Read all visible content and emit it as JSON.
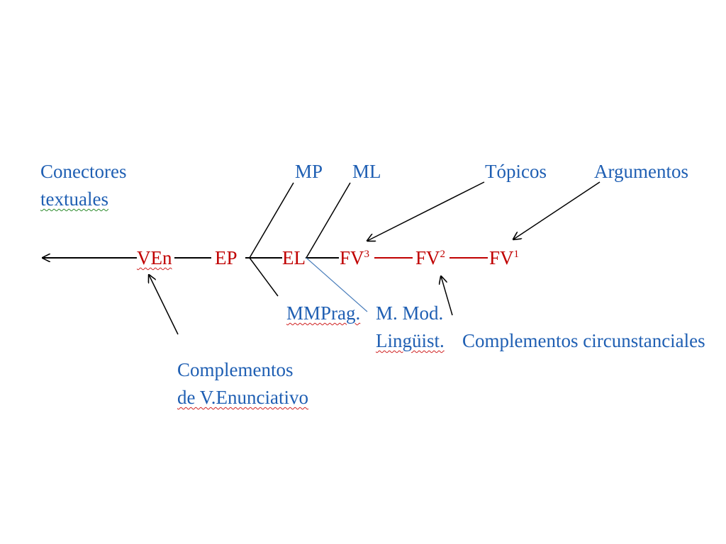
{
  "chain": {
    "ven": "VEn",
    "ep": "EP",
    "el": "EL",
    "fv3": "FV",
    "fv3_sup": "3",
    "fv2": "FV",
    "fv2_sup": "2",
    "fv1": "FV",
    "fv1_sup": "1"
  },
  "top_labels": {
    "conectores_line1": "Conectores",
    "conectores_line2": "textuales",
    "mp": "MP",
    "ml": "ML",
    "topicos": "Tópicos",
    "argumentos": "Argumentos"
  },
  "bottom_labels": {
    "mmprag": "MMPrag.",
    "mmod_line1": "M. Mod.",
    "mmod_line2": "Lingüist.",
    "circunstanciales": "Complementos circunstanciales",
    "complementos_line1": "Complementos",
    "complementos_line2": "de V.Enunciativo"
  },
  "colors": {
    "label_blue": "#1F5FB3",
    "chain_red": "#C00000",
    "line_black": "#000000",
    "line_red": "#C00000",
    "line_thin_blue": "#4A7EBB"
  },
  "icons": {
    "arrowheads": "arrow-head-icon"
  }
}
